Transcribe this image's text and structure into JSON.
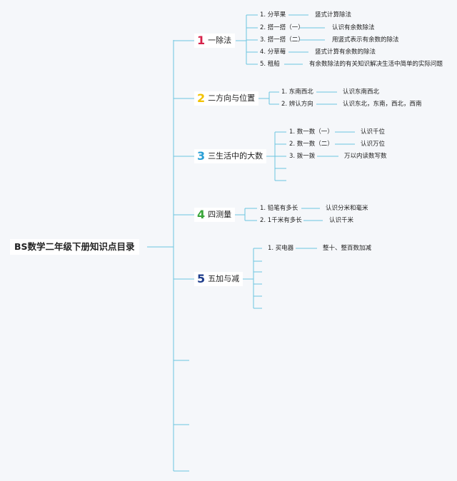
{
  "root_title": "BS数学二年级下册知识点目录",
  "line_color": "#6cc4e0",
  "branches": [
    {
      "num": "1",
      "color": "#d6224a",
      "label": "一除法",
      "items": [
        {
          "title": "1. 分苹果",
          "desc": "竖式计算除法"
        },
        {
          "title": "2. 搭一搭（一）",
          "desc": "认识有余数除法"
        },
        {
          "title": "3. 搭一搭（二）",
          "desc": "用竖式表示有余数的除法"
        },
        {
          "title": "4. 分草莓",
          "desc": "竖式计算有余数的除法"
        },
        {
          "title": "5. 租船",
          "desc": "有余数除法的有关知识解决生活中简单的实际问题"
        }
      ]
    },
    {
      "num": "2",
      "color": "#f2c200",
      "label": "二方向与位置",
      "items": [
        {
          "title": "1. 东南西北",
          "desc": "认识东南西北"
        },
        {
          "title": "2. 辨认方向",
          "desc": "认识东北，东南，西北，西南"
        }
      ]
    },
    {
      "num": "3",
      "color": "#2a9fd6",
      "label": "三生活中的大数",
      "items": [
        {
          "title": "1. 数一数（一）",
          "desc": "认识千位"
        },
        {
          "title": "2. 数一数（二）",
          "desc": "认识万位"
        },
        {
          "title": "3. 拨一拨",
          "desc": "万以内读数写数"
        }
      ]
    },
    {
      "num": "4",
      "color": "#3aa63a",
      "label": "四测量",
      "items": [
        {
          "title": "1. 铅笔有多长",
          "desc": "认识分米和毫米"
        },
        {
          "title": "2. 1千米有多长",
          "desc": "认识千米"
        }
      ]
    },
    {
      "num": "5",
      "color": "#1f3e8c",
      "label": "五加与减",
      "items": [
        {
          "title": "1. 买电器",
          "desc": "整十、整百数加减"
        }
      ]
    }
  ]
}
